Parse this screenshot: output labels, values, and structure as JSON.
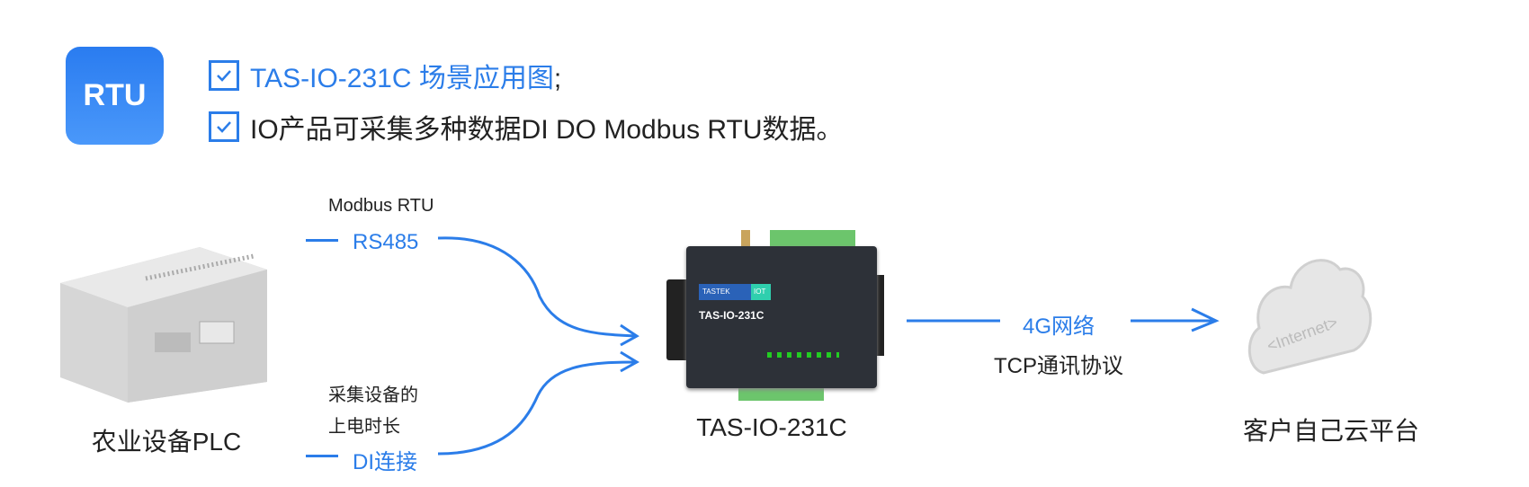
{
  "badge": {
    "label": "RTU"
  },
  "bullets": [
    {
      "text": "TAS-IO-231C 场景应用图",
      "suffix": ";"
    },
    {
      "text": "IO产品可采集多种数据DI DO Modbus RTU数据。"
    }
  ],
  "left_device": {
    "label": "农业设备PLC"
  },
  "center_device": {
    "label": "TAS-IO-231C",
    "brand": "TASTEK",
    "brand_tag": "IOT",
    "model": "TAS-IO-231C"
  },
  "cloud": {
    "label": "客户自己云平台",
    "emboss": "<Internet>"
  },
  "link_top": {
    "protocol": "Modbus RTU",
    "interface": "RS485"
  },
  "link_bottom": {
    "desc_line1": "采集设备的",
    "desc_line2": "上电时长",
    "interface": "DI连接"
  },
  "link_right": {
    "network": "4G网络",
    "protocol": "TCP通讯协议"
  },
  "colors": {
    "accent": "#2b7de9"
  }
}
